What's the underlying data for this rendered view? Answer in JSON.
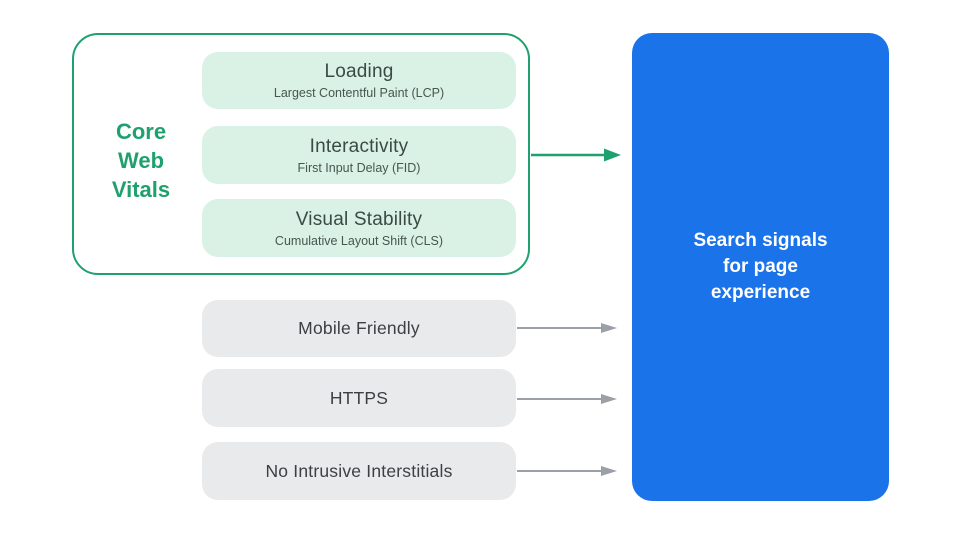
{
  "colors": {
    "green": "#1fa06f",
    "green_light": "#d9f2e5",
    "blue": "#1a73e8",
    "gray_pill": "#e9eaec",
    "text_dark": "#3c4043",
    "text_subtle": "#47564f",
    "arrow_gray": "#9aa0a6",
    "background": "#ffffff"
  },
  "core_web_vitals": {
    "label_lines": [
      "Core",
      "Web",
      "Vitals"
    ],
    "items": [
      {
        "title": "Loading",
        "subtitle": "Largest Contentful Paint (LCP)"
      },
      {
        "title": "Interactivity",
        "subtitle": "First Input Delay (FID)"
      },
      {
        "title": "Visual Stability",
        "subtitle": "Cumulative Layout Shift (CLS)"
      }
    ]
  },
  "other_signals": [
    {
      "label": "Mobile Friendly"
    },
    {
      "label": "HTTPS"
    },
    {
      "label": "No Intrusive Interstitials"
    }
  ],
  "result": {
    "title_lines": [
      "Search signals",
      "for page",
      "experience"
    ]
  }
}
